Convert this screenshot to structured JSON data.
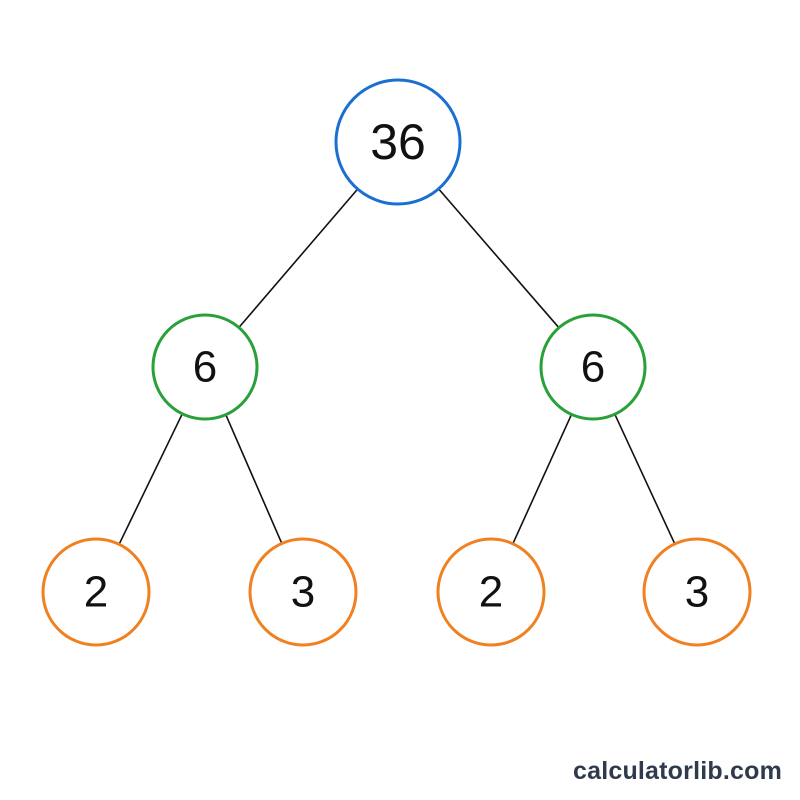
{
  "tree": {
    "root": {
      "value": "36",
      "level": "root",
      "children": [
        {
          "value": "6",
          "level": "mid",
          "children": [
            {
              "value": "2",
              "level": "leaf",
              "children": []
            },
            {
              "value": "3",
              "level": "leaf",
              "children": []
            }
          ]
        },
        {
          "value": "6",
          "level": "mid",
          "children": [
            {
              "value": "2",
              "level": "leaf",
              "children": []
            },
            {
              "value": "3",
              "level": "leaf",
              "children": []
            }
          ]
        }
      ]
    },
    "colors": {
      "root": "#1a6fd0",
      "mid": "#2aa03a",
      "leaf": "#f08020",
      "edge": "#111111"
    }
  },
  "watermark": "calculatorlib.com"
}
